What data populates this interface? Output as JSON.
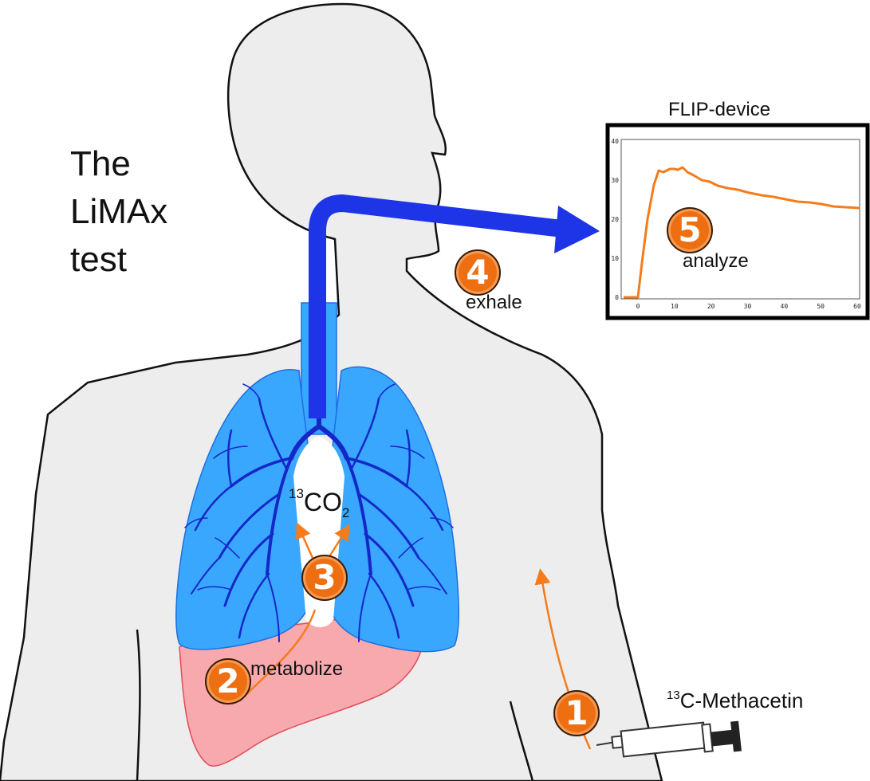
{
  "title": "The\nLiMAx\ntest",
  "device": {
    "label": "FLIP-device",
    "y_ticks": [
      "40",
      "30",
      "20",
      "10",
      "0"
    ],
    "x_ticks": [
      "0",
      "10",
      "20",
      "30",
      "40",
      "50",
      "60"
    ]
  },
  "steps": [
    {
      "number": "1",
      "label": ""
    },
    {
      "number": "2",
      "label": "metabolize"
    },
    {
      "number": "3",
      "label": ""
    },
    {
      "number": "4",
      "label": "exhale"
    },
    {
      "number": "5",
      "label": "analyze"
    }
  ],
  "co2": {
    "isotope": "13",
    "formula": "CO",
    "subscript": "2"
  },
  "substance": {
    "isotope": "13",
    "name": "C-Methacetin"
  },
  "colors": {
    "body_fill": "#ededed",
    "lungs": "#3aa7ff",
    "bronchi": "#1428c8",
    "liver": "#f7a9ae",
    "breath_arrow": "#1d35e6",
    "step_badge": "#ee6e12",
    "curve": "#f47c1c"
  },
  "icons": [
    "syringe-icon",
    "breath-arrow-icon"
  ]
}
